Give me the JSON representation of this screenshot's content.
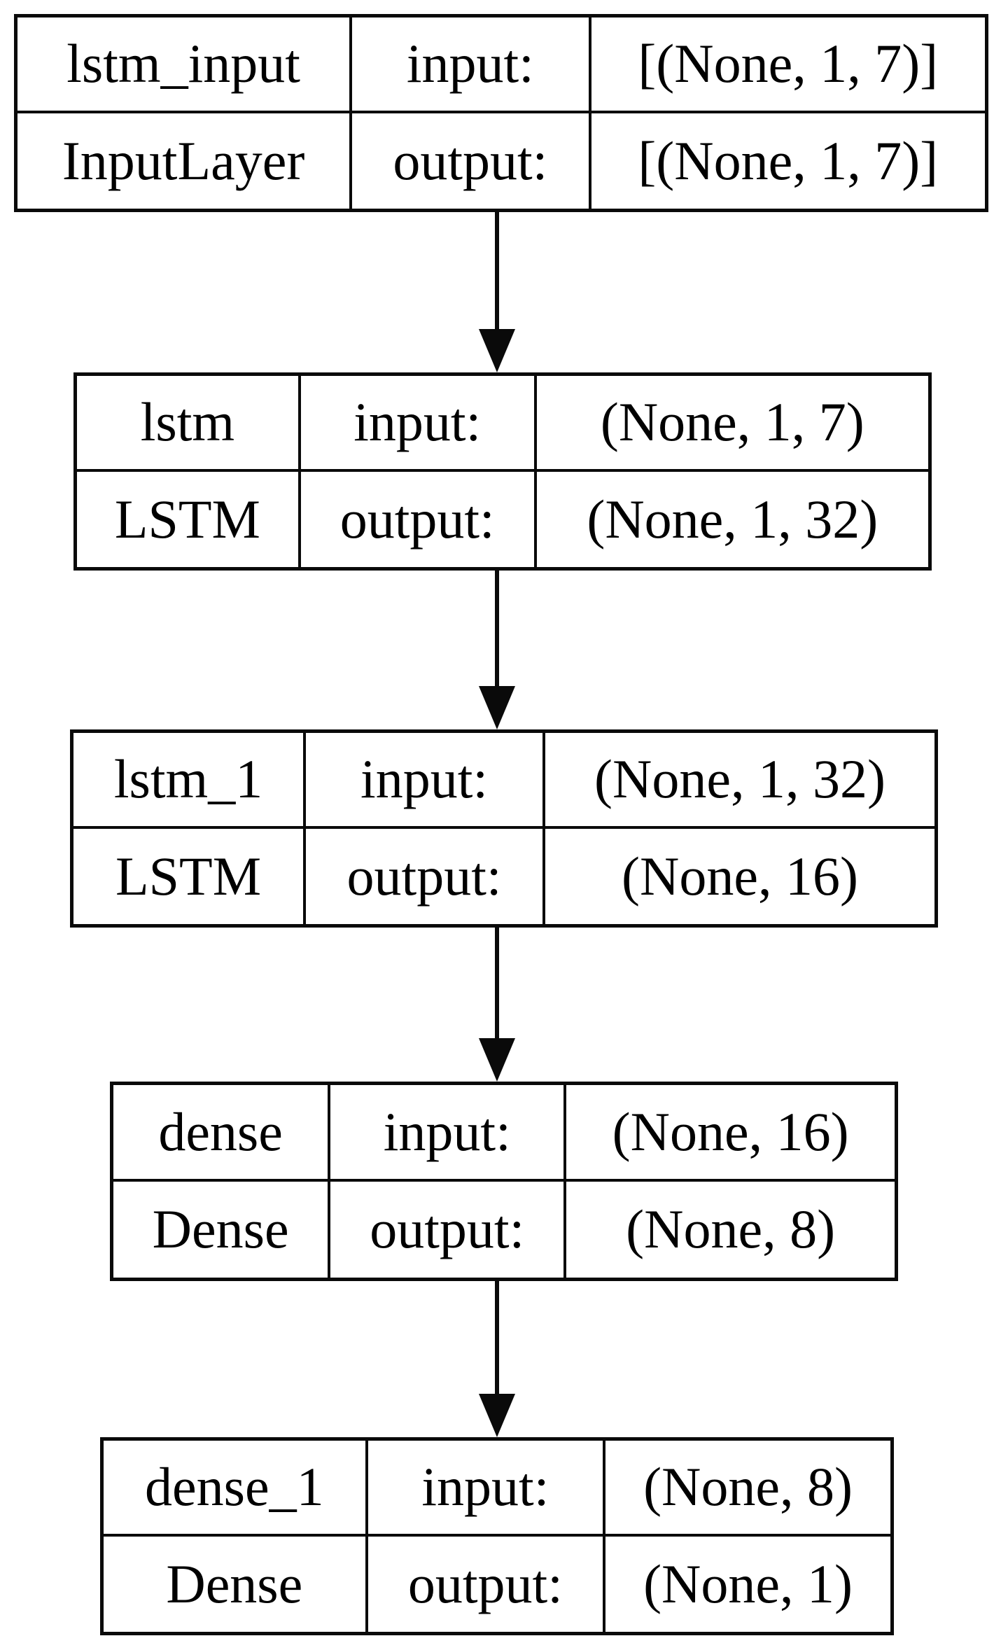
{
  "diagram": {
    "background_color": "#ffffff",
    "border_color": "#0a0a0a",
    "text_color": "#000000",
    "arrow_color": "#0a0a0a",
    "nodes": [
      {
        "id": "lstm_input",
        "layer_name": "lstm_input",
        "layer_type": "InputLayer",
        "input_label": "input:",
        "output_label": "output:",
        "input_shape": "[(None, 1, 7)]",
        "output_shape": "[(None, 1, 7)]"
      },
      {
        "id": "lstm",
        "layer_name": "lstm",
        "layer_type": "LSTM",
        "input_label": "input:",
        "output_label": "output:",
        "input_shape": "(None, 1, 7)",
        "output_shape": "(None, 1, 32)"
      },
      {
        "id": "lstm_1",
        "layer_name": "lstm_1",
        "layer_type": "LSTM",
        "input_label": "input:",
        "output_label": "output:",
        "input_shape": "(None, 1, 32)",
        "output_shape": "(None, 16)"
      },
      {
        "id": "dense",
        "layer_name": "dense",
        "layer_type": "Dense",
        "input_label": "input:",
        "output_label": "output:",
        "input_shape": "(None, 16)",
        "output_shape": "(None, 8)"
      },
      {
        "id": "dense_1",
        "layer_name": "dense_1",
        "layer_type": "Dense",
        "input_label": "input:",
        "output_label": "output:",
        "input_shape": "(None, 8)",
        "output_shape": "(None, 1)"
      }
    ],
    "edges": [
      {
        "from": "lstm_input",
        "to": "lstm"
      },
      {
        "from": "lstm",
        "to": "lstm_1"
      },
      {
        "from": "lstm_1",
        "to": "dense"
      },
      {
        "from": "dense",
        "to": "dense_1"
      }
    ]
  }
}
